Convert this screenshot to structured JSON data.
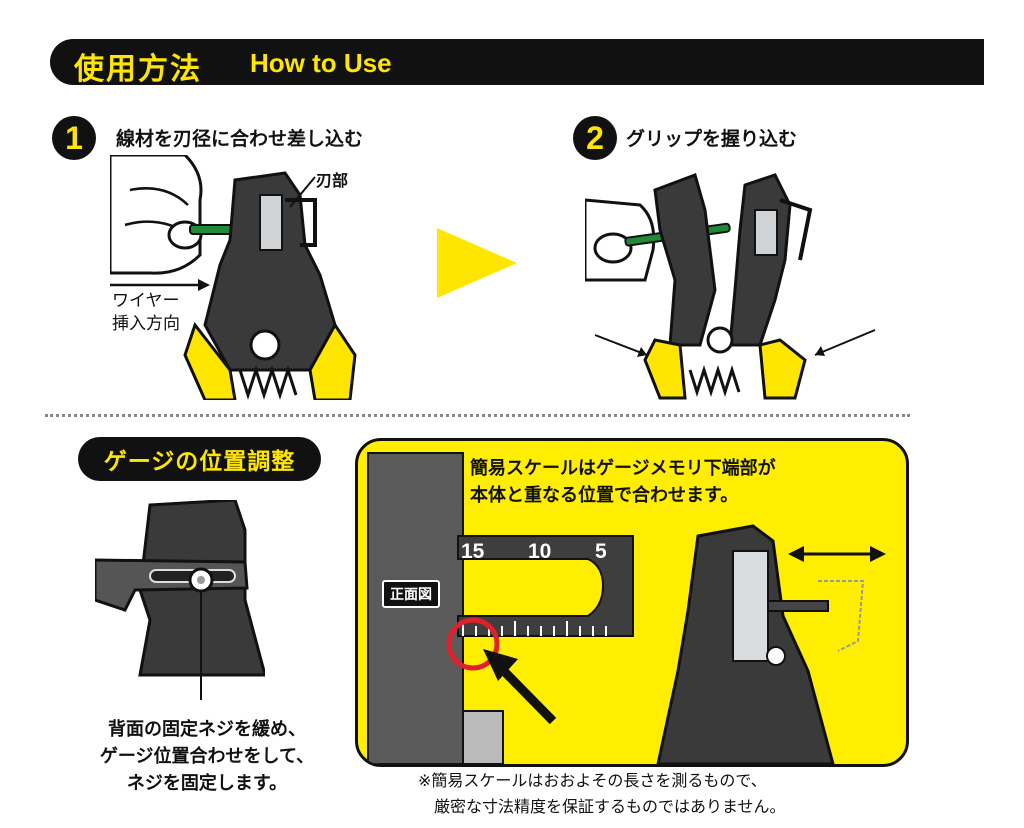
{
  "header": {
    "title_jp": "使用方法",
    "title_en": "How to Use"
  },
  "steps": [
    {
      "number": "1",
      "title": "線材を刃径に合わせ差し込む",
      "blade_label": "刃部",
      "direction_label_1": "ワイヤー",
      "direction_label_2": "挿入方向"
    },
    {
      "number": "2",
      "title": "グリップを握り込む"
    }
  ],
  "gauge": {
    "title": "ゲージの位置調整",
    "desc_1": "背面の固定ネジを緩め、",
    "desc_2": "ゲージ位置合わせをして、",
    "desc_3": "ネジを固定します。"
  },
  "scale": {
    "note_1": "簡易スケールはゲージメモリ下端部が",
    "note_2": "本体と重なる位置で合わせます。",
    "front_label": "正面図",
    "marks": [
      "15",
      "10",
      "5"
    ]
  },
  "footnote": {
    "line_1": "※簡易スケールはおおよその長さを測るもので、",
    "line_2": "厳密な寸法精度を保証するものではありません。"
  },
  "colors": {
    "accent": "#ffe600",
    "panel": "#ffee00",
    "dark": "#111111",
    "wire": "#1f8a3a",
    "tool": "#3a3a3a",
    "mark": "#e0202a"
  }
}
